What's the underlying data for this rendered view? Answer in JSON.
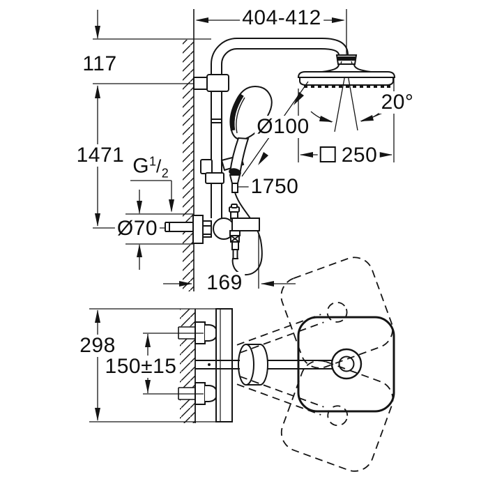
{
  "drawing": {
    "front_view": {
      "dim_arm_reach": "404-412",
      "dim_arm_drop": "117",
      "dim_rail_height": "1471",
      "thread": {
        "prefix": "G",
        "numerator": "1",
        "slash": "/",
        "denominator": "2"
      },
      "dim_escutcheon_diameter": "Ø70",
      "dim_hand_shower_diameter": "Ø100",
      "dim_hose_length": "1750",
      "dim_valve_depth": "169",
      "dim_head_swivel_angle": "20°",
      "dim_head_shower_size": "250",
      "head_shower_shape_symbol": "square"
    },
    "plan_view": {
      "dim_valve_total_width": "298",
      "dim_connection_spacing": "150±15"
    },
    "colors": {
      "line": "#141414",
      "background": "#ffffff"
    }
  }
}
